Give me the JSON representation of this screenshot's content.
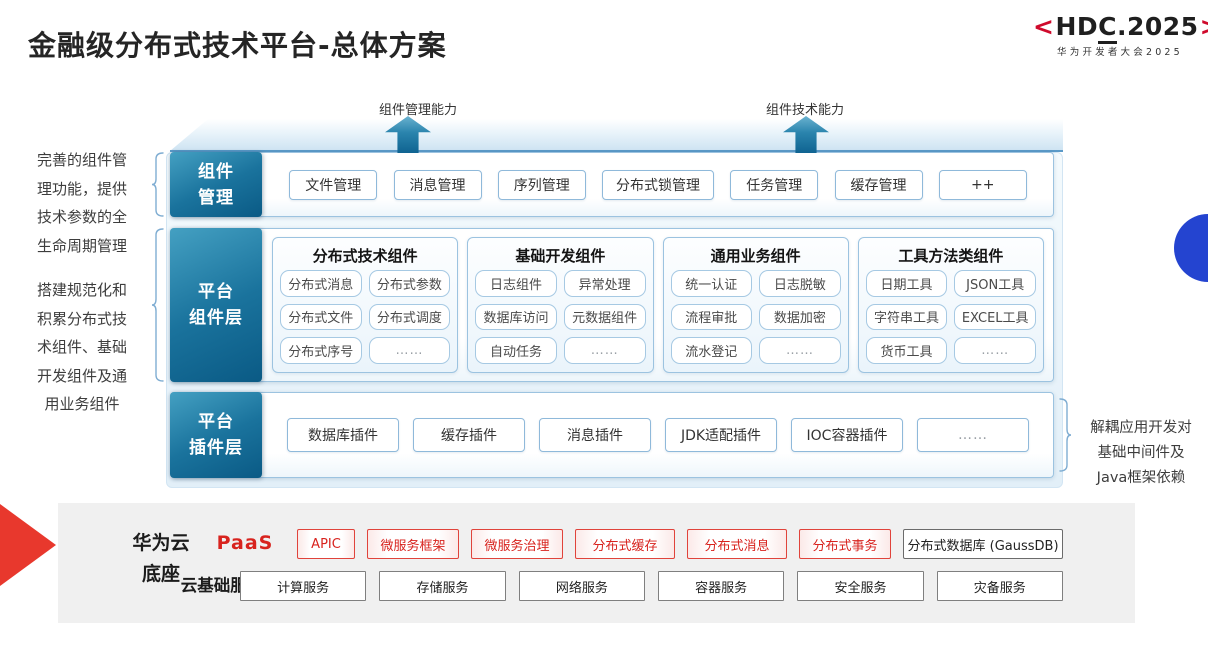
{
  "title": "金融级分布式技术平台-总体方案",
  "logo": {
    "open": "<",
    "hd": "HD",
    "c": "C",
    "rest": ".2025",
    "close": ">",
    "subtitle": "华为开发者大会2025"
  },
  "annotations": {
    "left_top": "完善的组件管\n理功能，提供\n技术参数的全\n生命周期管理",
    "left_bottom": "搭建规范化和\n积累分布式技\n术组件、基础\n开发组件及通\n用业务组件",
    "right": "解耦应用开发对\n基础中间件及\nJava框架依赖"
  },
  "capabilities": {
    "left": "组件管理能力",
    "right": "组件技术能力"
  },
  "layers": {
    "management": {
      "label": "组件\n管理",
      "items": [
        "文件管理",
        "消息管理",
        "序列管理",
        "分布式锁管理",
        "任务管理",
        "缓存管理",
        "++"
      ]
    },
    "component": {
      "label": "平台\n组件层",
      "groups": [
        {
          "title": "分布式技术组件",
          "items": [
            "分布式消息",
            "分布式参数",
            "分布式文件",
            "分布式调度",
            "分布式序号",
            "……"
          ]
        },
        {
          "title": "基础开发组件",
          "items": [
            "日志组件",
            "异常处理",
            "数据库访问",
            "元数据组件",
            "自动任务",
            "……"
          ]
        },
        {
          "title": "通用业务组件",
          "items": [
            "统一认证",
            "日志脱敏",
            "流程审批",
            "数据加密",
            "流水登记",
            "……"
          ]
        },
        {
          "title": "工具方法类组件",
          "items": [
            "日期工具",
            "JSON工具",
            "字符串工具",
            "EXCEL工具",
            "货币工具",
            "……"
          ]
        }
      ]
    },
    "plugin": {
      "label": "平台\n插件层",
      "items": [
        "数据库插件",
        "缓存插件",
        "消息插件",
        "JDK适配插件",
        "IOC容器插件",
        "……"
      ]
    }
  },
  "foundation": {
    "label": "华为云\n底座",
    "paas": {
      "label": "PaaS",
      "items": [
        "APIC",
        "微服务框架",
        "微服务治理",
        "分布式缓存",
        "分布式消息",
        "分布式事务",
        "分布式数据库 (GaussDB)"
      ]
    },
    "cloud": {
      "label": "云基础服务",
      "items": [
        "计算服务",
        "存储服务",
        "网络服务",
        "容器服务",
        "安全服务",
        "灾备服务"
      ]
    }
  },
  "colors": {
    "accent_red": "#d8231e",
    "teal_dark": "#0a5a85",
    "teal_light": "#44a0c2",
    "box_border_blue": "#9cc3e0",
    "panel_gray": "#f0f0f0",
    "deco_blue_circle": "#2444d0"
  }
}
